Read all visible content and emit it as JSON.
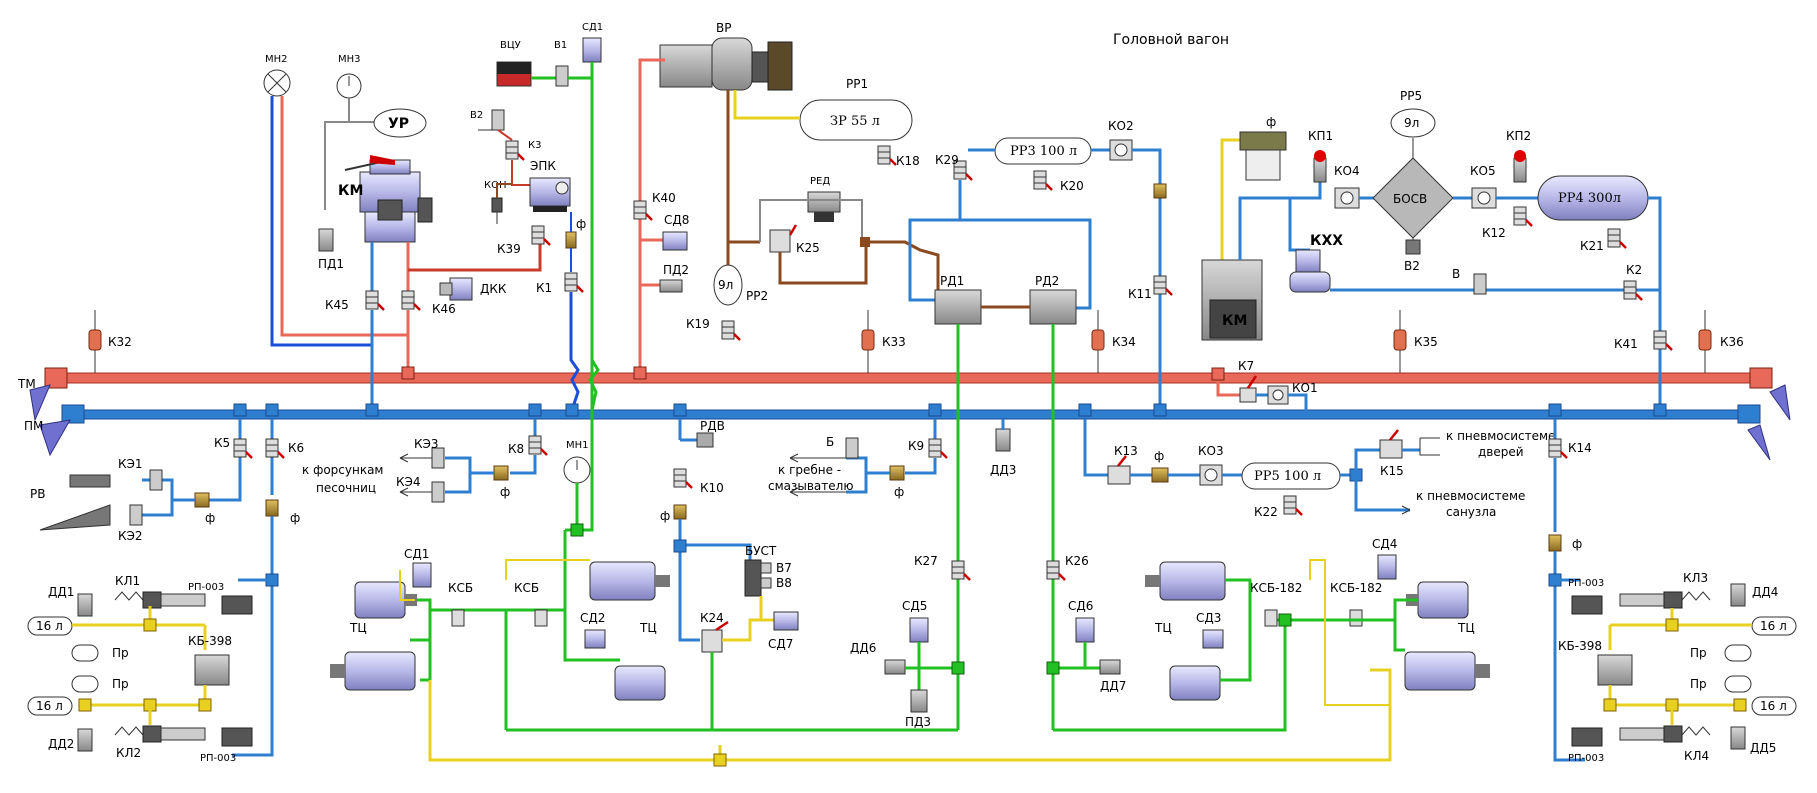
{
  "title": "Головной вагон",
  "colors": {
    "tm": "#e8685a",
    "tm_dark": "#c83a2a",
    "pm": "#2f7fd0",
    "pm_dark": "#1e5aa8",
    "green": "#22c022",
    "yellow": "#e8d020",
    "brown": "#8a4a20",
    "cyl": "#c8c8f0",
    "grey": "#909090",
    "dark": "#444444"
  },
  "labels": {
    "tm": "ТМ",
    "pm": "ПМ",
    "mn1": "МН1",
    "mn2": "МН2",
    "mn3": "МН3",
    "ur": "УР",
    "km_valve": "КМ",
    "pd1": "ПД1",
    "pd2": "ПД2",
    "pd3": "ПД3",
    "k45": "К45",
    "k46": "К46",
    "dkk": "ДКК",
    "k1": "К1",
    "f": "ф",
    "vcu": "ВЦУ",
    "v1": "В1",
    "sd1_top": "СД1",
    "v2": "В2",
    "k3": "К3",
    "epk": "ЭПК",
    "kon": "КОН",
    "k39": "К39",
    "vr": "ВР",
    "rr1": "РР1",
    "zr": "ЗР  55 л",
    "k18": "К18",
    "k40": "К40",
    "sd8": "СД8",
    "red": "РЕД",
    "k25": "К25",
    "rr2_vol": "9л",
    "rr2": "РР2",
    "k19": "К19",
    "k29": "К29",
    "rr3": "РР3  100 л",
    "k20": "К20",
    "ko2": "КО2",
    "rd1": "РД1",
    "rd2": "РД2",
    "k11": "К11",
    "kp1": "КП1",
    "ko4": "КО4",
    "rr5_top": "РР5",
    "rr5_top_vol": "9л",
    "bosv": "БОСВ",
    "ko5": "КО5",
    "kp2": "КП2",
    "rr4": "РР4  300л",
    "k12": "К12",
    "k21": "К21",
    "kxx": "КХХ",
    "b2b": "В2",
    "v": "В",
    "k2": "К2",
    "km_comp": "КМ",
    "k32": "К32",
    "k33": "К33",
    "k34": "К34",
    "k35": "К35",
    "k36": "К36",
    "k41": "К41",
    "k7": "К7",
    "ko1": "КО1",
    "k5": "К5",
    "k6": "К6",
    "ke1": "КЭ1",
    "ke2": "КЭ2",
    "ke3": "КЭ3",
    "ke4": "КЭ4",
    "rv": "РВ",
    "sand": "к форсункам\nпесочниц",
    "k8": "К8",
    "rdv": "РДВ",
    "k10": "К10",
    "b": "Б",
    "k9": "К9",
    "flange": "к гребне -\nсмазывателю",
    "dd3": "ДД3",
    "k13": "К13",
    "ko3": "КО3",
    "rr5": "РР5  100 л",
    "k22": "К22",
    "k15": "К15",
    "doors": "к пневмосистеме\nдверей",
    "wc": "к пневмосистеме\nсанузла",
    "k14": "К14",
    "dd1": "ДД1",
    "dd2": "ДД2",
    "dd4": "ДД4",
    "dd5": "ДД5",
    "dd6": "ДД6",
    "dd7": "ДД7",
    "kl1": "КЛ1",
    "kl2": "КЛ2",
    "kl3": "КЛ3",
    "kl4": "КЛ4",
    "rp003": "РП-003",
    "kb398": "КБ-398",
    "pr": "Пр",
    "vol16": "16 л",
    "sd1": "СД1",
    "sd2": "СД2",
    "sd3": "СД3",
    "sd4": "СД4",
    "sd5": "СД5",
    "sd6": "СД6",
    "sd7": "СД7",
    "tc": "ТЦ",
    "ksb": "КСБ",
    "ksb182": "КСБ-182",
    "bust": "БУСТ",
    "v7": "В7",
    "v8": "В8",
    "k24": "К24",
    "k27": "К27",
    "k26": "К26"
  }
}
